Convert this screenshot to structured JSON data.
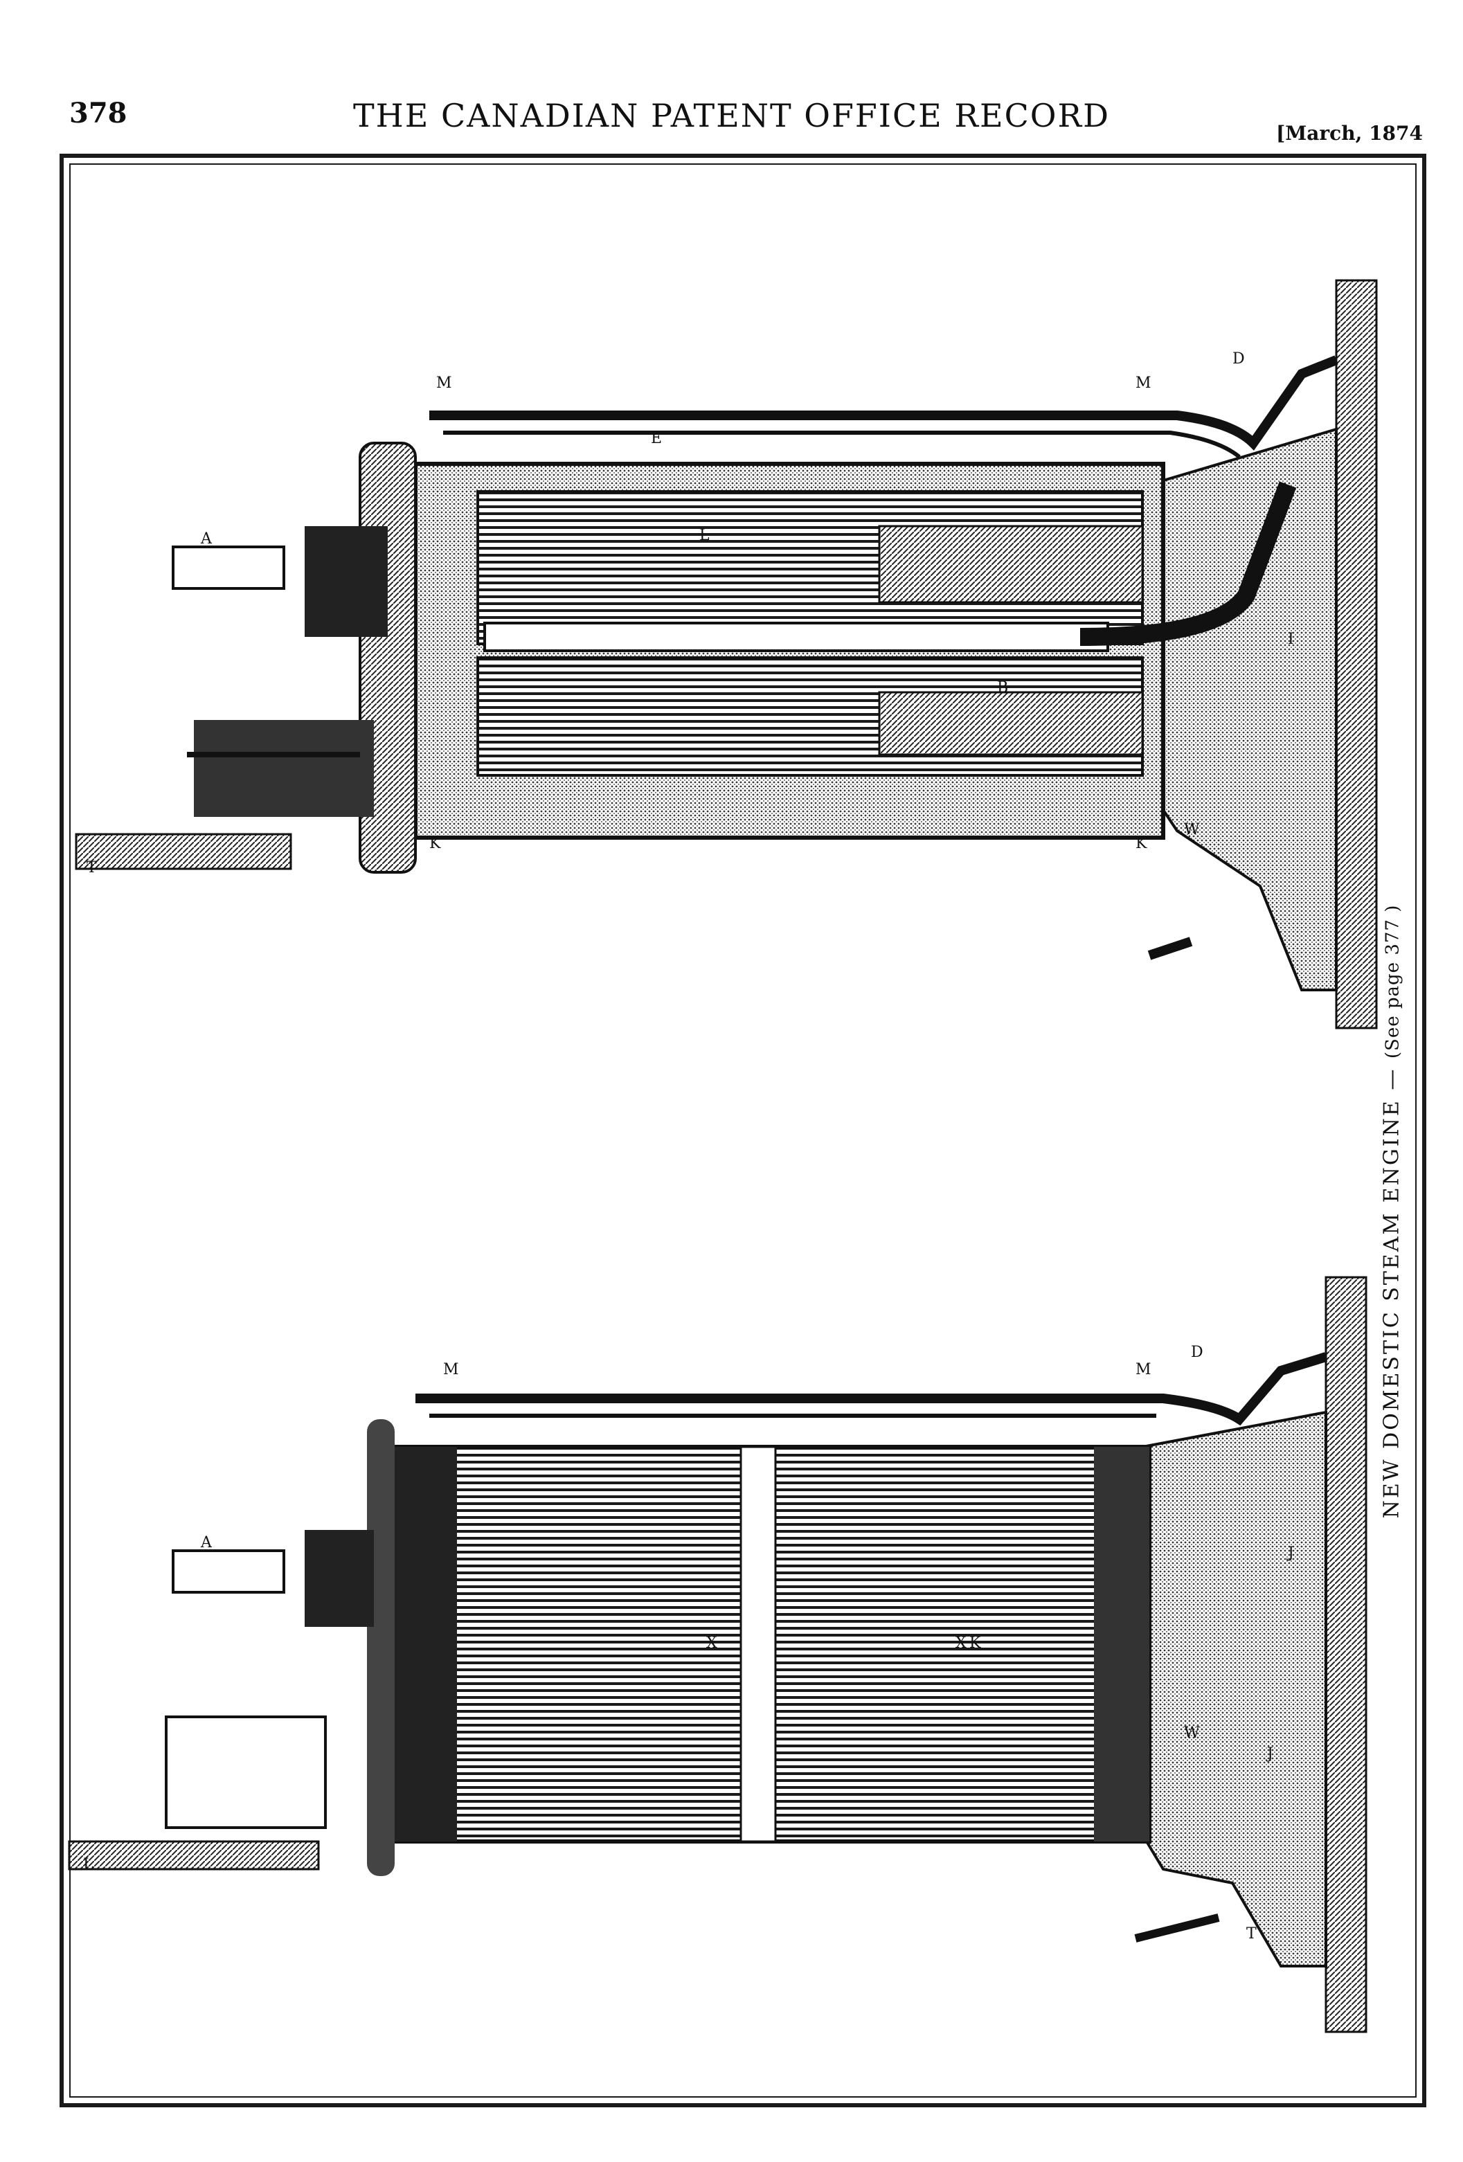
{
  "header": {
    "page_number": "378",
    "journal_title": "THE CANADIAN PATENT OFFICE RECORD",
    "issue_date": "[March, 1874"
  },
  "plate": {
    "caption_title": "NEW DOMESTIC STEAM ENGINE —",
    "caption_ref": "(See page 377 )",
    "sectional_labels": [
      "A",
      "M",
      "M",
      "L",
      "T",
      "K",
      "K",
      "W",
      "D",
      "J",
      "I",
      "B",
      "E"
    ],
    "exterior_labels": [
      "A",
      "M",
      "M",
      "K",
      "W",
      "J",
      "J",
      "D",
      "L",
      "T",
      "X",
      "X"
    ]
  }
}
